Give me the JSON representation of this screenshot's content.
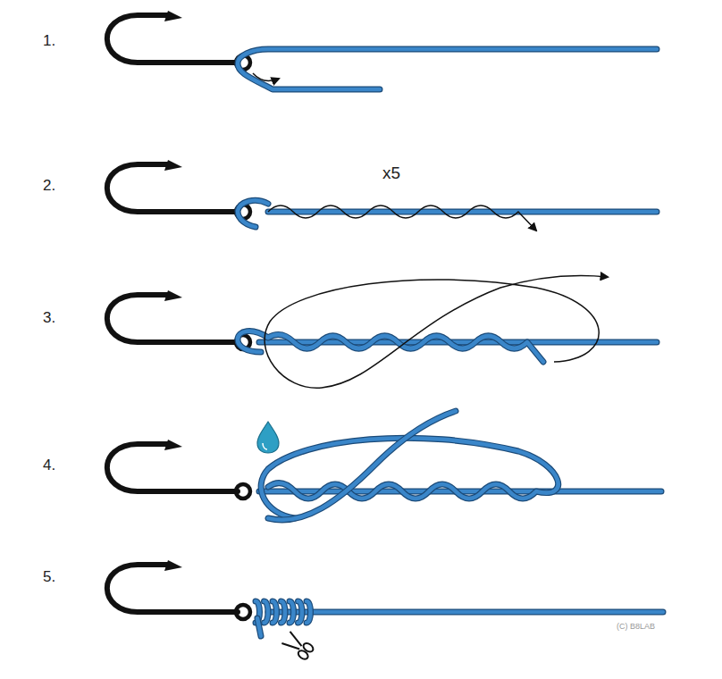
{
  "diagram": {
    "labels": [
      "1.",
      "2.",
      "3.",
      "4.",
      "5.",
      "x5",
      "(C) B8LAB"
    ]
  }
}
